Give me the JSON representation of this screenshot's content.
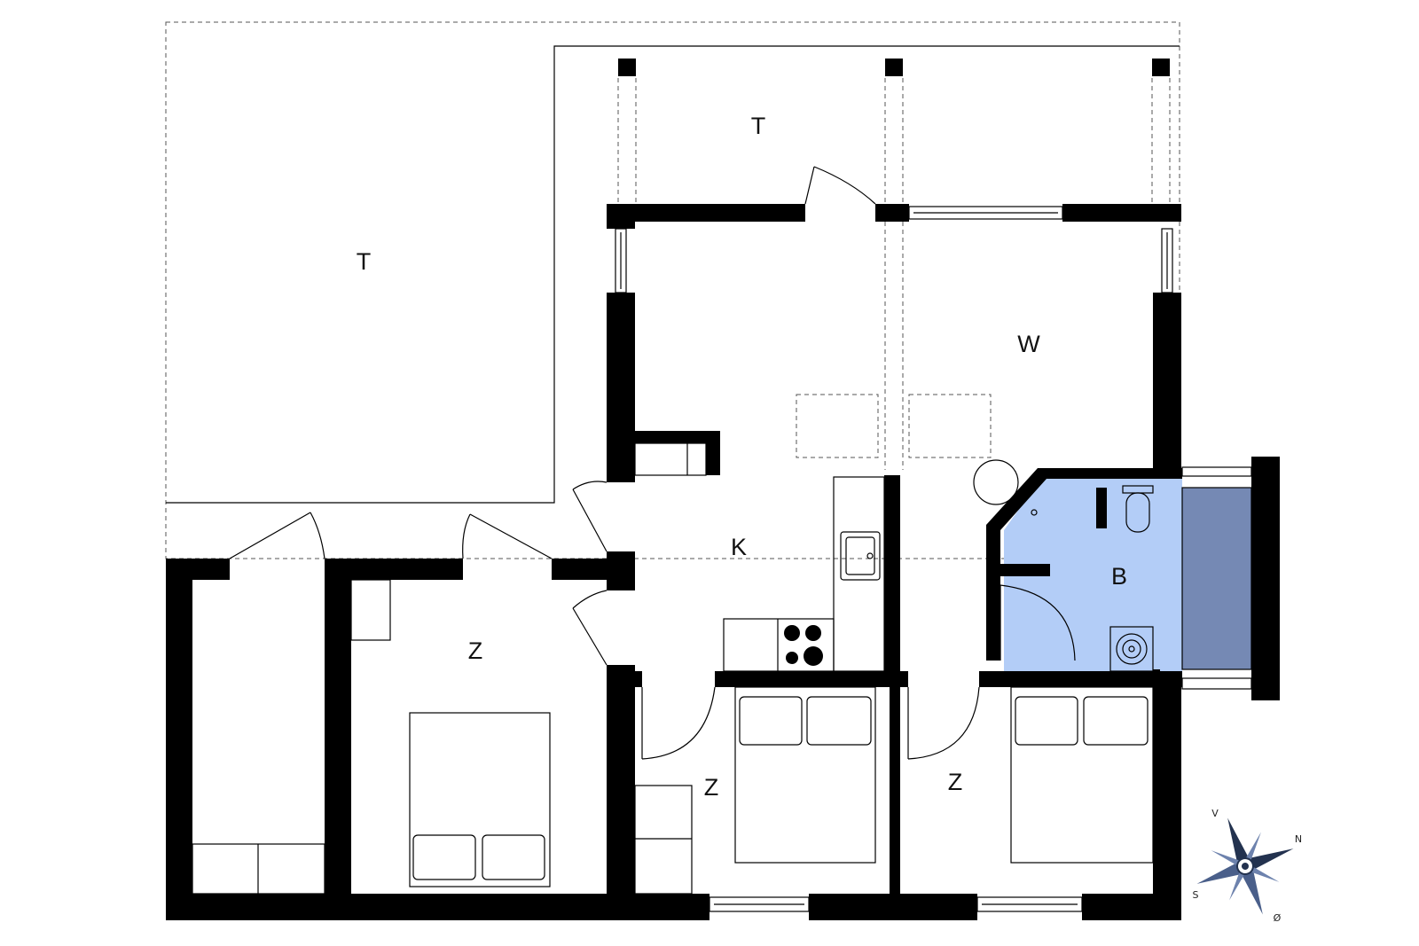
{
  "floorplan": {
    "rooms": [
      {
        "id": "terrace-west",
        "label": "T"
      },
      {
        "id": "terrace-north",
        "label": "T"
      },
      {
        "id": "living",
        "label": "W"
      },
      {
        "id": "kitchen",
        "label": "K"
      },
      {
        "id": "bathroom",
        "label": "B"
      },
      {
        "id": "bedroom-west",
        "label": "Z"
      },
      {
        "id": "bedroom-middle",
        "label": "Z"
      },
      {
        "id": "bedroom-east",
        "label": "Z"
      }
    ],
    "colors": {
      "wall": "#000000",
      "bathroom_fill": "#b3cdf7",
      "bath_annex_fill": "#7589b4"
    }
  },
  "compass": {
    "labels": {
      "north": "N",
      "south": "S",
      "east": "Ø",
      "west": "V"
    }
  }
}
